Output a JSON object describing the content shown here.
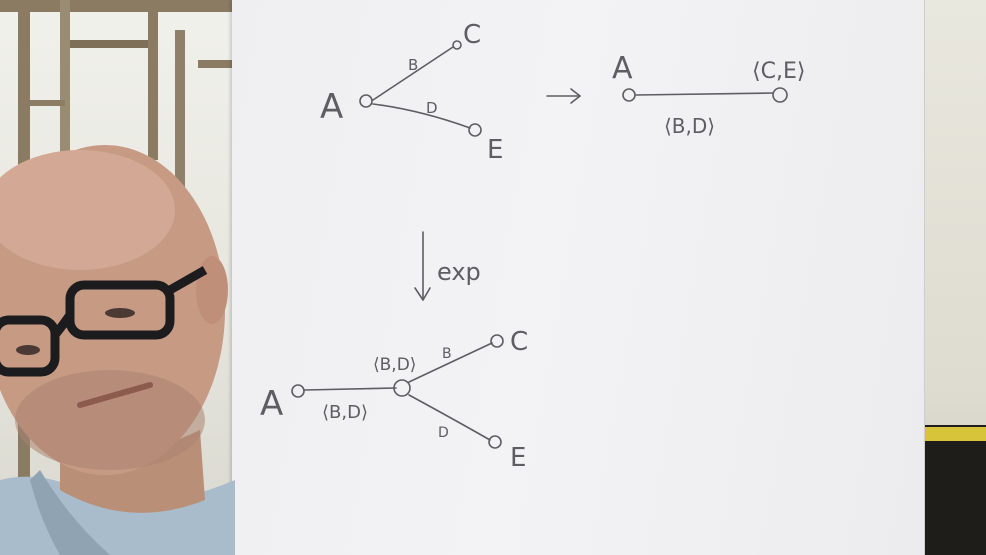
{
  "board": {
    "top_left_graph": {
      "node_A": "A",
      "node_C": "C",
      "node_E": "E",
      "edge_AC_label": "B",
      "edge_AE_label": "D"
    },
    "arrow_right": "→",
    "top_right_graph": {
      "node_A": "A",
      "node_label_CE": "⟨C,E⟩",
      "edge_label_BD": "⟨B,D⟩"
    },
    "down_arrow_label": "exp",
    "bottom_graph": {
      "node_A": "A",
      "edge_A_mid_label": "⟨B,D⟩",
      "mid_node_label": "⟨B,D⟩",
      "edge_mid_C_label": "B",
      "edge_mid_E_label": "D",
      "node_C": "C",
      "node_E": "E"
    }
  },
  "colors": {
    "ink": "#5e5e62",
    "board": "#f1f1f3",
    "shelf_accent": "#d8c43a"
  }
}
